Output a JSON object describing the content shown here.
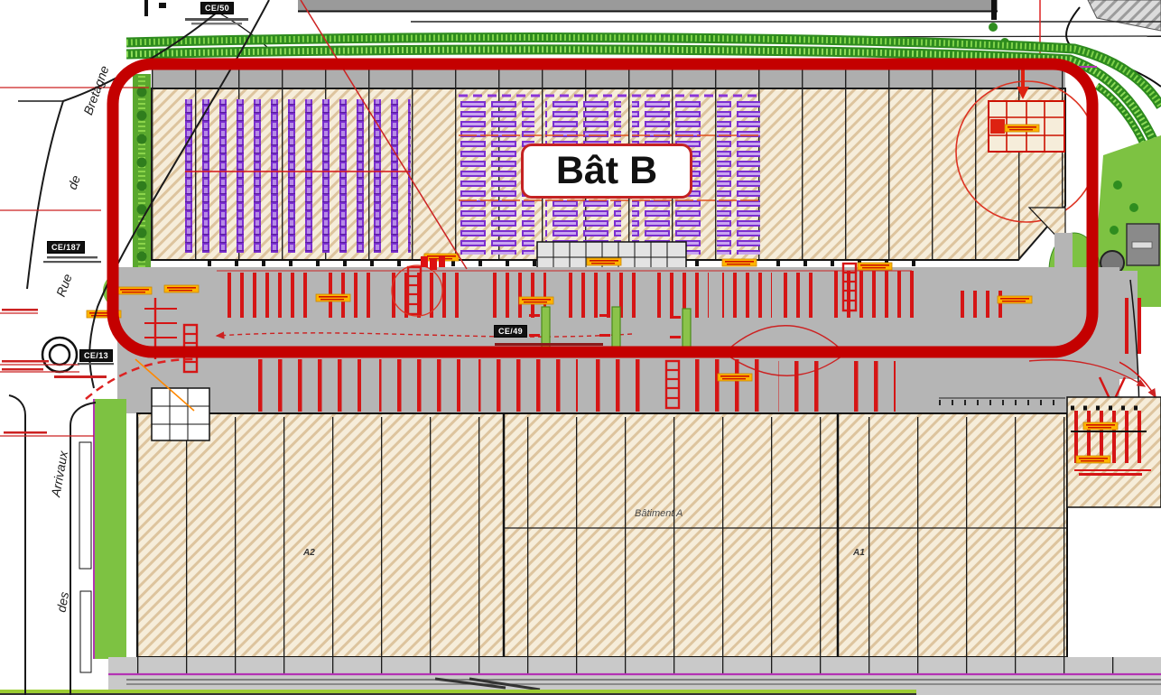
{
  "plan": {
    "highlight": {
      "label": "Bât B"
    },
    "building_a": {
      "name": "Bâtiment A",
      "zone_left": "A2",
      "zone_right": "A1"
    },
    "cartouches": {
      "ce50": "CE/50",
      "ce187": "CE/187",
      "ce13": "CE/13",
      "ce49": "CE/49"
    },
    "streets": {
      "bretagne": [
        "Rue",
        "de",
        "Bretagne"
      ],
      "arrivaux": [
        "des",
        "Arrivaux"
      ]
    },
    "colors": {
      "highlight_red": "#c40000",
      "marking_red": "#d51515",
      "rack_purple": "#7b2fd0",
      "boundary_magenta": "#b333b3",
      "lawn_green": "#7dc242",
      "hedge_green": "#3f8f22",
      "hatch_beige": "#f6edda",
      "apron_gray": "#b5b5b5",
      "label_orange": "#ffb400"
    }
  }
}
